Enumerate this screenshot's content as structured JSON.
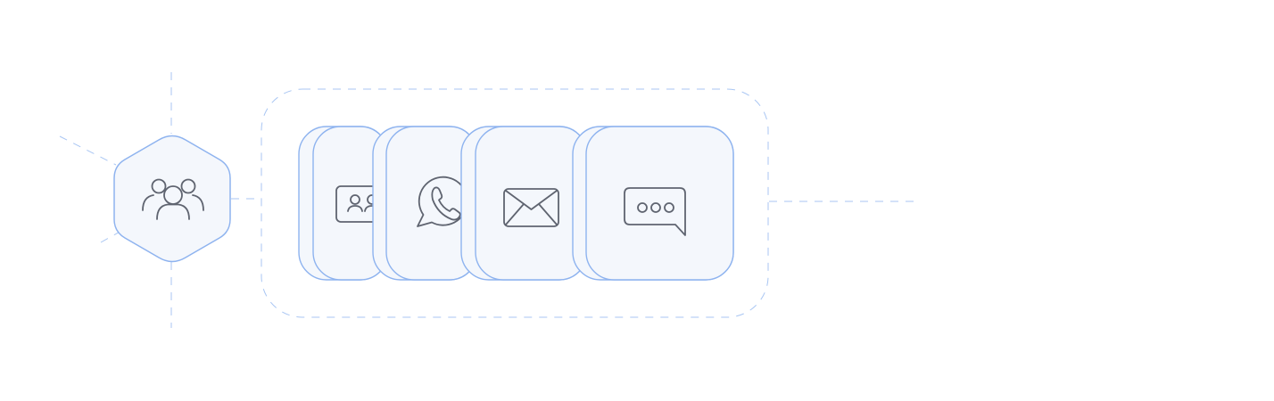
{
  "colors": {
    "background": "#ffffff",
    "card_fill": "#f4f7fc",
    "card_stroke": "#8eb3ef",
    "connector_dash": "#a9c6f3",
    "icon_stroke": "#5f6470"
  },
  "audience_node": {
    "shape": "hexagon",
    "icon": "group-users-icon"
  },
  "channel_group": {
    "outline": "dashed-rounded-rectangle",
    "channels": [
      {
        "id": "contact-card",
        "icon": "contact-card-icon"
      },
      {
        "id": "whatsapp",
        "icon": "whatsapp-icon"
      },
      {
        "id": "email",
        "icon": "envelope-icon"
      },
      {
        "id": "chat",
        "icon": "chat-bubble-icon"
      }
    ]
  }
}
